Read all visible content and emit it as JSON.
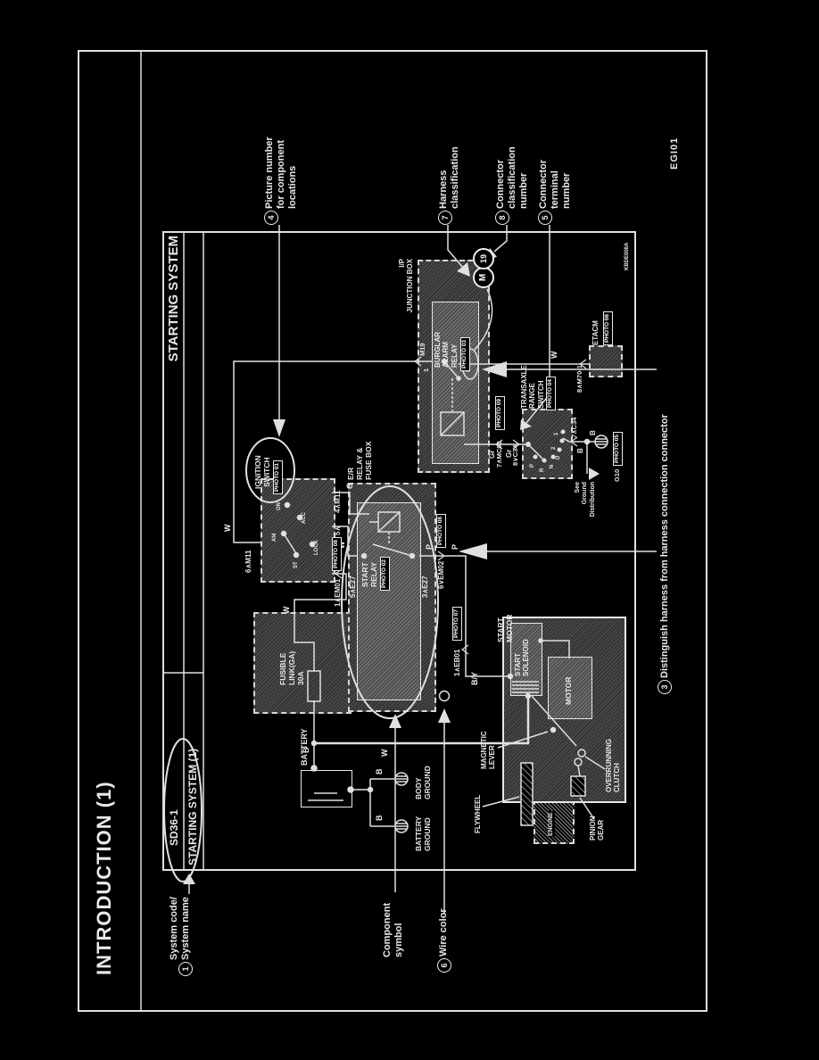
{
  "page": {
    "title": "INTRODUCTION (1)",
    "figure_code": "EGI01",
    "doc_code": "KBDE008A"
  },
  "header": {
    "system_code": "SD36-1",
    "system_name": "STARTING SYSTEM (1)",
    "diagram_title": "STARTING SYSTEM"
  },
  "callouts": {
    "system_code": {
      "num": "1",
      "text": "System code/\nSystem name"
    },
    "distinguish": {
      "num": "3",
      "text": "Distinguish harness from harness connection connector"
    },
    "picture_number": {
      "num": "4",
      "text": "Picture number\nfor component\nlocations"
    },
    "terminal_number": {
      "num": "5",
      "text": "Connector\nterminal\nnumber"
    },
    "wire_color": {
      "num": "6",
      "text": "Wire color"
    },
    "harness_class": {
      "num": "7",
      "text": "Harness\nclassification"
    },
    "connector_class": {
      "num": "8",
      "text": "Connector\nclassification\nnumber"
    },
    "component_symbol": {
      "text": "Component\nsymbol"
    }
  },
  "components": {
    "battery": "BATTERY",
    "battery_ground": "BATTERY\nGROUND",
    "body_ground": "BODY\nGROUND",
    "fusible_link": "FUSIBLE\nLINK(GA)\n30A",
    "ignition_switch": "IGNITION\nSWITCH",
    "er_box": "E/R\nRELAY &\nFUSE BOX",
    "start_relay": "START\nRELAY",
    "ip_box": "I/P\nJUNCTION BOX",
    "burglar_relay": "BURGLAR\nALARM\nRELAY",
    "transaxle_switch": "TRANSAXLE\nRANGE\nSWITCH",
    "etacm": "ETACM",
    "start_motor": "START\nMOTOR",
    "start_solenoid": "START\nSOLENOID",
    "motor": "MOTOR",
    "magnetic_lever": "MAGNETIC\nLEVER",
    "flywheel": "FLYWHEEL",
    "overrunning_clutch": "OVERRUNNING\nCLUTCH",
    "pinion_gear": "PINION\nGEAR",
    "engine": "ENGINE",
    "see_ground": "See\nGround\nDistribution"
  },
  "photos": {
    "p01": "PHOTO 01",
    "p02": "PHOTO 02",
    "p03": "PHOTO 03",
    "p04": "PHOTO 04",
    "p05": "PHOTO 05",
    "p06": "PHOTO 06",
    "p07": "PHOTO 07",
    "p08": "PHOTO 08",
    "p09": "PHOTO 09"
  },
  "connectors": {
    "m19_m": "M",
    "m19_n": "19",
    "m19_entry": "M19",
    "m19_term": "1",
    "m13": "M13",
    "em01": "1∧EM01",
    "em02": "6∨EM02",
    "eb01": "1∧EB01",
    "mc02": "7∧MC02",
    "c34_in": "8∨C34",
    "c34_out": "7∧C34",
    "m11_4": "4∧M11",
    "m11_5": "5∧",
    "m11_6": "6∧M11",
    "e27_5": "5∧E27",
    "e27_3": "3∧E27",
    "m70": "8∧M70-1",
    "g10": "G10"
  },
  "wire_colors": {
    "b": "B",
    "w": "W",
    "g": "G",
    "p": "P",
    "gr": "Gr",
    "by": "B/Y"
  },
  "ignition_positions": {
    "am": "AM",
    "on": "ON",
    "acc": "ACC",
    "st": "ST",
    "lock": "LOCK"
  },
  "range_positions": {
    "p": "P",
    "r": "R",
    "n": "N",
    "d": "D",
    "two": "2",
    "one": "1"
  }
}
